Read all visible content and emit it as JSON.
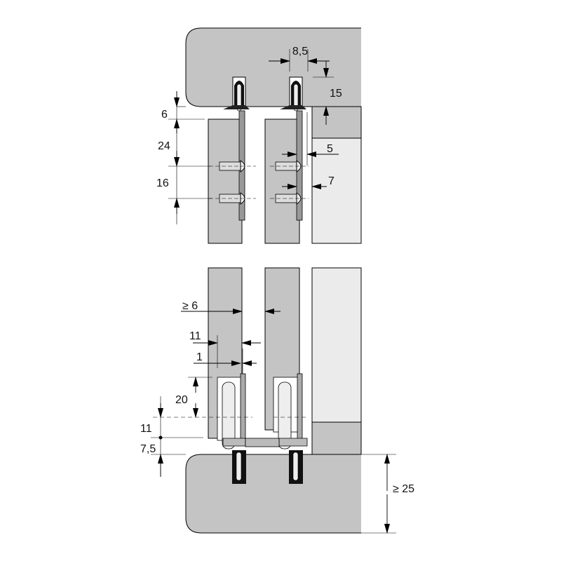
{
  "drawing": {
    "top_view": {
      "dimensions": {
        "fitting_spacing": "8,5",
        "rail_depth": "15",
        "top_gap": "6",
        "screw_offset": "24",
        "screw_spacing": "16",
        "rod_offset_a": "5",
        "rod_offset_b": "7"
      }
    },
    "bottom_view": {
      "dimensions": {
        "door_gap": "≥ 6",
        "guide_width": "11",
        "guide_clearance": "1",
        "roller_height": "20",
        "roller_axis": "11",
        "bottom_gap": "7,5",
        "rail_height": "≥ 25"
      }
    },
    "colors": {
      "panel": "#c4c4c4",
      "light_panel": "#ebebeb",
      "line": "#000000"
    }
  }
}
